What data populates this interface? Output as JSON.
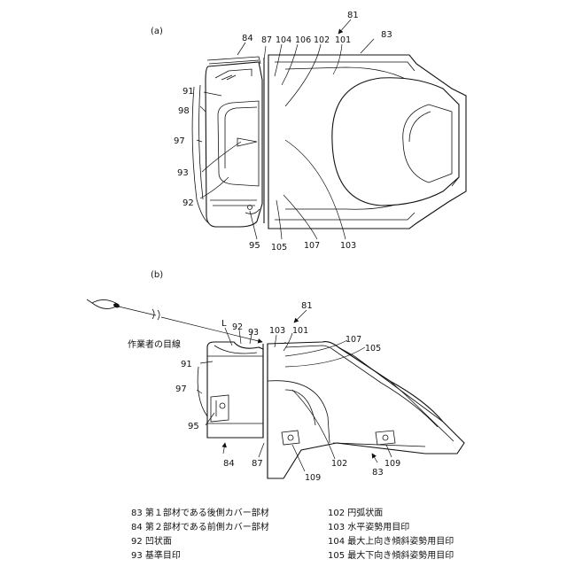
{
  "fig_a": {
    "panel": "(a)",
    "labels": {
      "n81": "81",
      "n84": "84",
      "n83": "83",
      "n87": "87",
      "n104": "104",
      "n106": "106",
      "n102": "102",
      "n101": "101",
      "n91": "91",
      "n98": "98",
      "n97": "97",
      "n93": "93",
      "n92": "92",
      "n95": "95",
      "n105": "105",
      "n107": "107",
      "n103": "103"
    }
  },
  "fig_b": {
    "panel": "(b)",
    "observer_caption": "作業者の目線",
    "labels": {
      "L": "L",
      "n92": "92",
      "n93": "93",
      "n81": "81",
      "n103": "103",
      "n101": "101",
      "n107": "107",
      "n105": "105",
      "n91": "91",
      "n97": "97",
      "n95": "95",
      "n84": "84",
      "n87": "87",
      "n102": "102",
      "n109a": "109",
      "n109b": "109",
      "n83": "83"
    }
  },
  "legend": {
    "left": [
      "83 第１部材である後側カバー部材",
      "84 第２部材である前側カバー部材",
      "92 凹状面",
      "93 基準目印"
    ],
    "right": [
      "102 円弧状面",
      "103 水平姿勢用目印",
      "104 最大上向き傾斜姿勢用目印",
      "105 最大下向き傾斜姿勢用目印"
    ]
  }
}
